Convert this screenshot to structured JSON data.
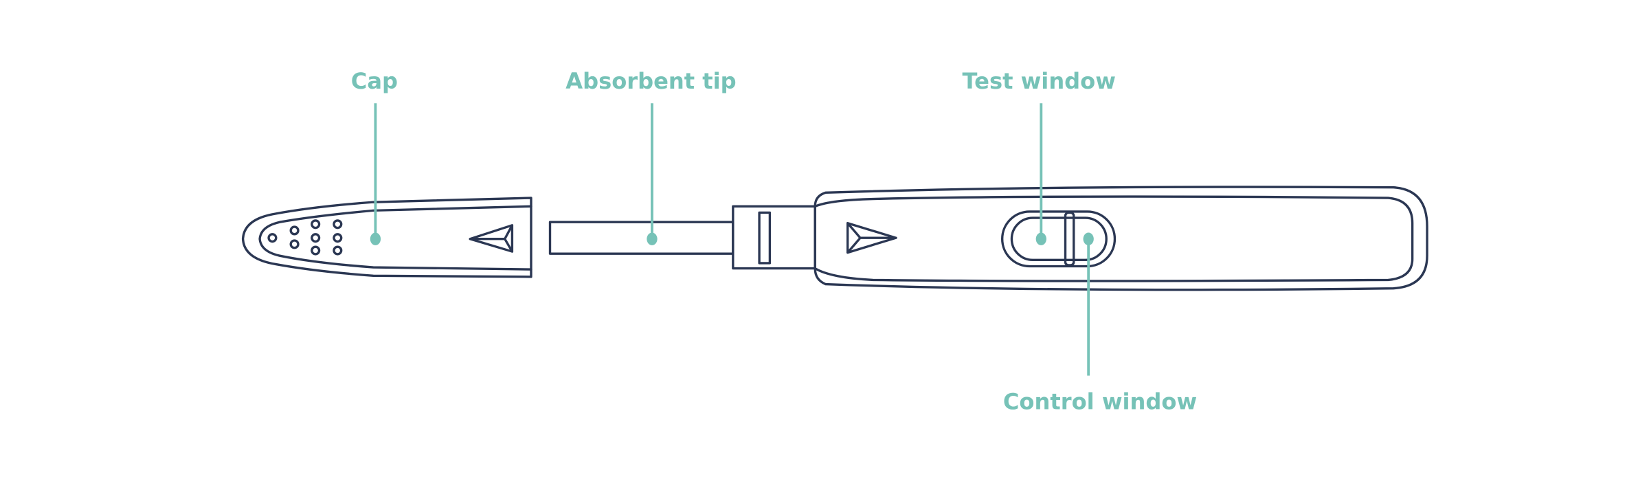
{
  "colors": {
    "accent": "#76c2b7",
    "outline": "#2b3753",
    "background": "#ffffff"
  },
  "labels": {
    "cap": "Cap",
    "absorbent_tip": "Absorbent tip",
    "test_window": "Test window",
    "control_window": "Control window"
  }
}
